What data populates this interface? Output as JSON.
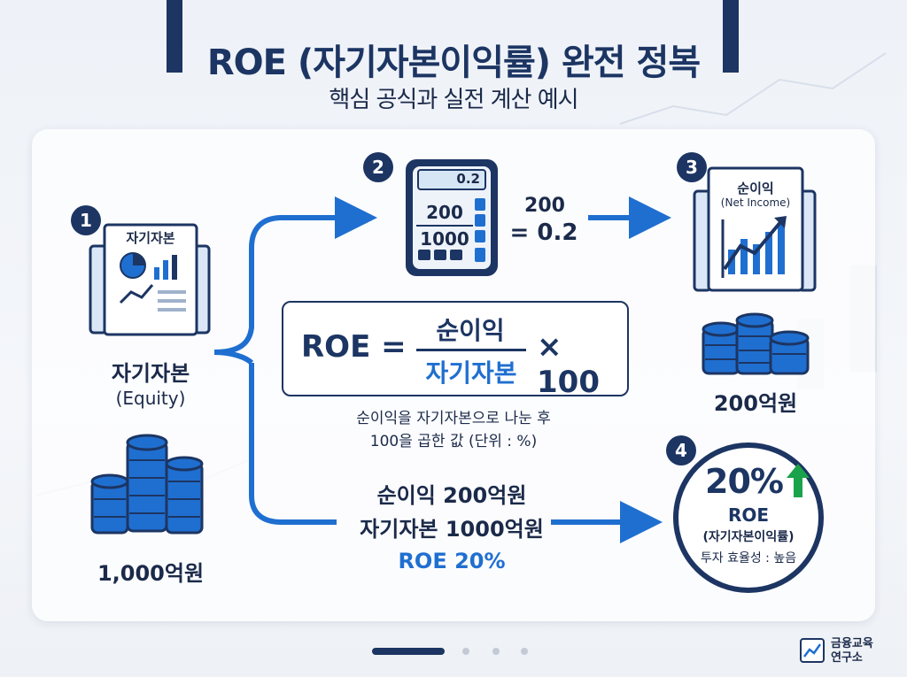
{
  "header": {
    "title": "ROE (자기자본이익률) 완전 정복",
    "subtitle": "핵심 공식과 실전 계산 예시"
  },
  "steps": {
    "s1": {
      "number": "1",
      "doc_label": "자기자본",
      "label": "자기자본",
      "sublabel": "(Equity)",
      "amount": "1,000억원"
    },
    "s2": {
      "number": "2",
      "display": "0.2",
      "numerator": "200",
      "denominator": "1000",
      "result_top": "200",
      "result_eq": "= 0.2"
    },
    "s3": {
      "number": "3",
      "doc_label": "순이익",
      "doc_sublabel": "(Net Income)",
      "amount": "200억원"
    },
    "s4": {
      "number": "4",
      "percent": "20%",
      "label": "ROE",
      "sublabel": "(자기자본이익률)",
      "efficiency": "투자 효율성 : 높음"
    }
  },
  "formula": {
    "lhs": "ROE =",
    "numerator": "순이익",
    "denominator": "자기자본",
    "multiplier": "× 100",
    "desc_line1": "순이익을 자기자본으로 나눈 후",
    "desc_line2": "100을 곱한 값 (단위 : %)"
  },
  "example": {
    "line1": "순이익 200억원",
    "line2": "자기자본 1000억원",
    "line3": "ROE 20%"
  },
  "brand": {
    "line1": "금융교육",
    "line2": "연구소"
  },
  "colors": {
    "navy": "#1c3563",
    "blue": "#1f6fd0",
    "green": "#1aa34a"
  }
}
